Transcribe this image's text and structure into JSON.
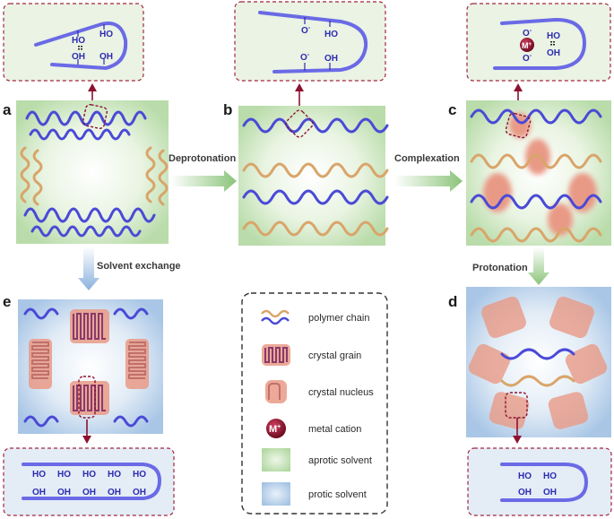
{
  "panels": {
    "a": {
      "letter": "a"
    },
    "b": {
      "letter": "b"
    },
    "c": {
      "letter": "c"
    },
    "d": {
      "letter": "d"
    },
    "e": {
      "letter": "e"
    }
  },
  "arrows": {
    "deprotonation": "Deprotonation",
    "complexation": "Complexation",
    "solvent_exchange": "Solvent exchange",
    "protonation": "Protonation"
  },
  "chemistry": {
    "ho": "HO",
    "oh": "OH",
    "o_minus": "O",
    "minus": "-",
    "metal": "M",
    "plus": "+"
  },
  "legend": {
    "items": [
      {
        "key": "polymer_chain",
        "label": "polymer chain"
      },
      {
        "key": "crystal_grain",
        "label": "crystal grain"
      },
      {
        "key": "crystal_nucleus",
        "label": "crystal nucleus"
      },
      {
        "key": "metal_cation",
        "label": "metal cation"
      },
      {
        "key": "aprotic_solvent",
        "label": "aprotic solvent"
      },
      {
        "key": "protic_solvent",
        "label": "protic solvent"
      }
    ]
  },
  "colors": {
    "blue_chain": "#4a4ad6",
    "orange_chain": "#d9a56a",
    "aprotic_bg": "#cfe8c4",
    "protic_bg": "#c4d8ee",
    "crystal_fill": "#e99a86",
    "maroon": "#8c1230"
  }
}
